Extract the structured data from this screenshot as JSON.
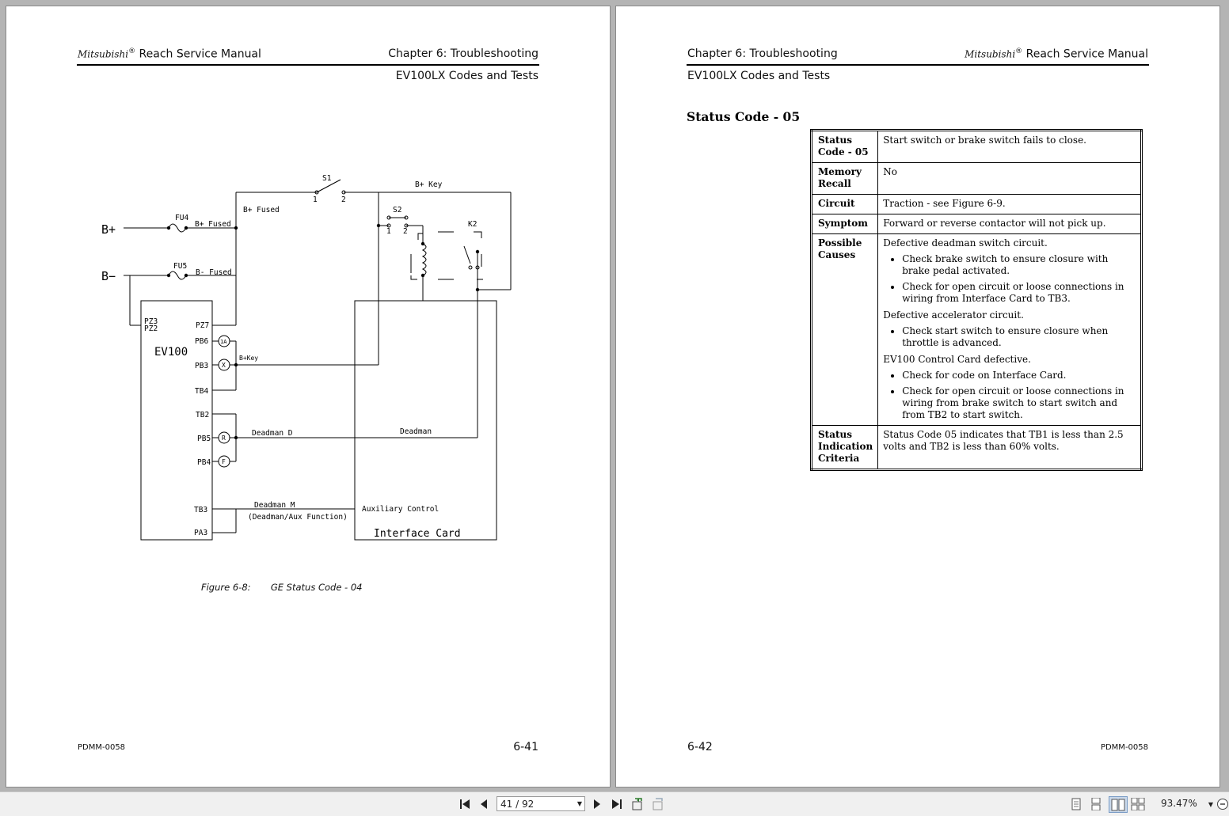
{
  "left_page": {
    "header_brand": "Mitsubishi",
    "header_reg": "®",
    "header_manual": " Reach Service Manual",
    "header_chapter": "Chapter 6:  Troubleshooting",
    "header_sub": "EV100LX Codes and Tests",
    "figure_caption_num": "Figure 6-8:",
    "figure_caption_title": "GE Status Code - 04",
    "footer_code": "PDMM-0058",
    "footer_page": "6-41",
    "diagram": {
      "b_plus": "B+",
      "b_minus": "B−",
      "fu4": "FU4",
      "fu5": "FU5",
      "b_plus_fused": "B+ Fused",
      "b_minus_fused": "B- Fused",
      "b_fused_top": "B+ Fused",
      "s1": "S1",
      "s1_1": "1",
      "s1_2": "2",
      "b_key": "B+ Key",
      "s2": "S2",
      "s2_1": "1",
      "s2_2": "2",
      "k2": "K2",
      "pz3": "PZ3",
      "pz2": "PZ2",
      "pz7": "PZ7",
      "ev100": "EV100",
      "pb6": "PB6",
      "pb3": "PB3",
      "tb4": "TB4",
      "tb2": "TB2",
      "pb5": "PB5",
      "pb4": "PB4",
      "tb3": "TB3",
      "pa3": "PA3",
      "c_1a": "1A",
      "c_x": "X",
      "c_r": "R",
      "c_f": "F",
      "bkey_small": "B+Key",
      "deadman_d": "Deadman D",
      "deadman": "Deadman",
      "deadman_m": "Deadman M",
      "deadman_aux": "(Deadman/Aux Function)",
      "aux_control": "Auxiliary Control",
      "interface_card": "Interface Card"
    }
  },
  "right_page": {
    "header_chapter": "Chapter 6:  Troubleshooting",
    "header_brand": "Mitsubishi",
    "header_reg": "®",
    "header_manual": " Reach Service Manual",
    "header_sub": "EV100LX Codes and Tests",
    "section_title": "Status Code - 05",
    "footer_page": "6-42",
    "footer_code": "PDMM-0058",
    "table": {
      "status_code_label": "Status Code - 05",
      "status_code_value": "Start switch or brake switch fails to close.",
      "memory_label": "Memory Recall",
      "memory_value": "No",
      "circuit_label": "Circuit",
      "circuit_value": "Traction - see Figure 6-9.",
      "symptom_label": "Symptom",
      "symptom_value": "Forward or reverse contactor will not pick up.",
      "causes_label": "Possible Causes",
      "cause1": "Defective deadman switch circuit.",
      "cause1_b1": "Check brake switch to ensure closure with brake pedal activated.",
      "cause1_b2": "Check for open circuit or loose connections in wiring from Interface Card to TB3.",
      "cause2": "Defective accelerator circuit.",
      "cause2_b1": "Check start switch to ensure closure when throttle is advanced.",
      "cause3": "EV100 Control Card defective.",
      "cause3_b1": "Check for code on Interface Card.",
      "cause3_b2": "Check for open circuit or loose connections in wiring from brake switch to start switch and from TB2 to start switch.",
      "criteria_label": "Status Indication Criteria",
      "criteria_value": "Status Code 05 indicates that TB1 is less than 2.5 volts and TB2 is less than 60% volts."
    }
  },
  "toolbar": {
    "page_indicator": "41 / 92",
    "zoom": "93.47%",
    "icons": [
      "first-page-icon",
      "prev-page-icon",
      "next-page-icon",
      "last-page-icon",
      "go-back-icon",
      "go-forward-icon",
      "single-page-icon",
      "continuous-icon",
      "facing-icon",
      "continuous-facing-icon",
      "zoom-menu-icon",
      "zoom-out-icon"
    ]
  }
}
